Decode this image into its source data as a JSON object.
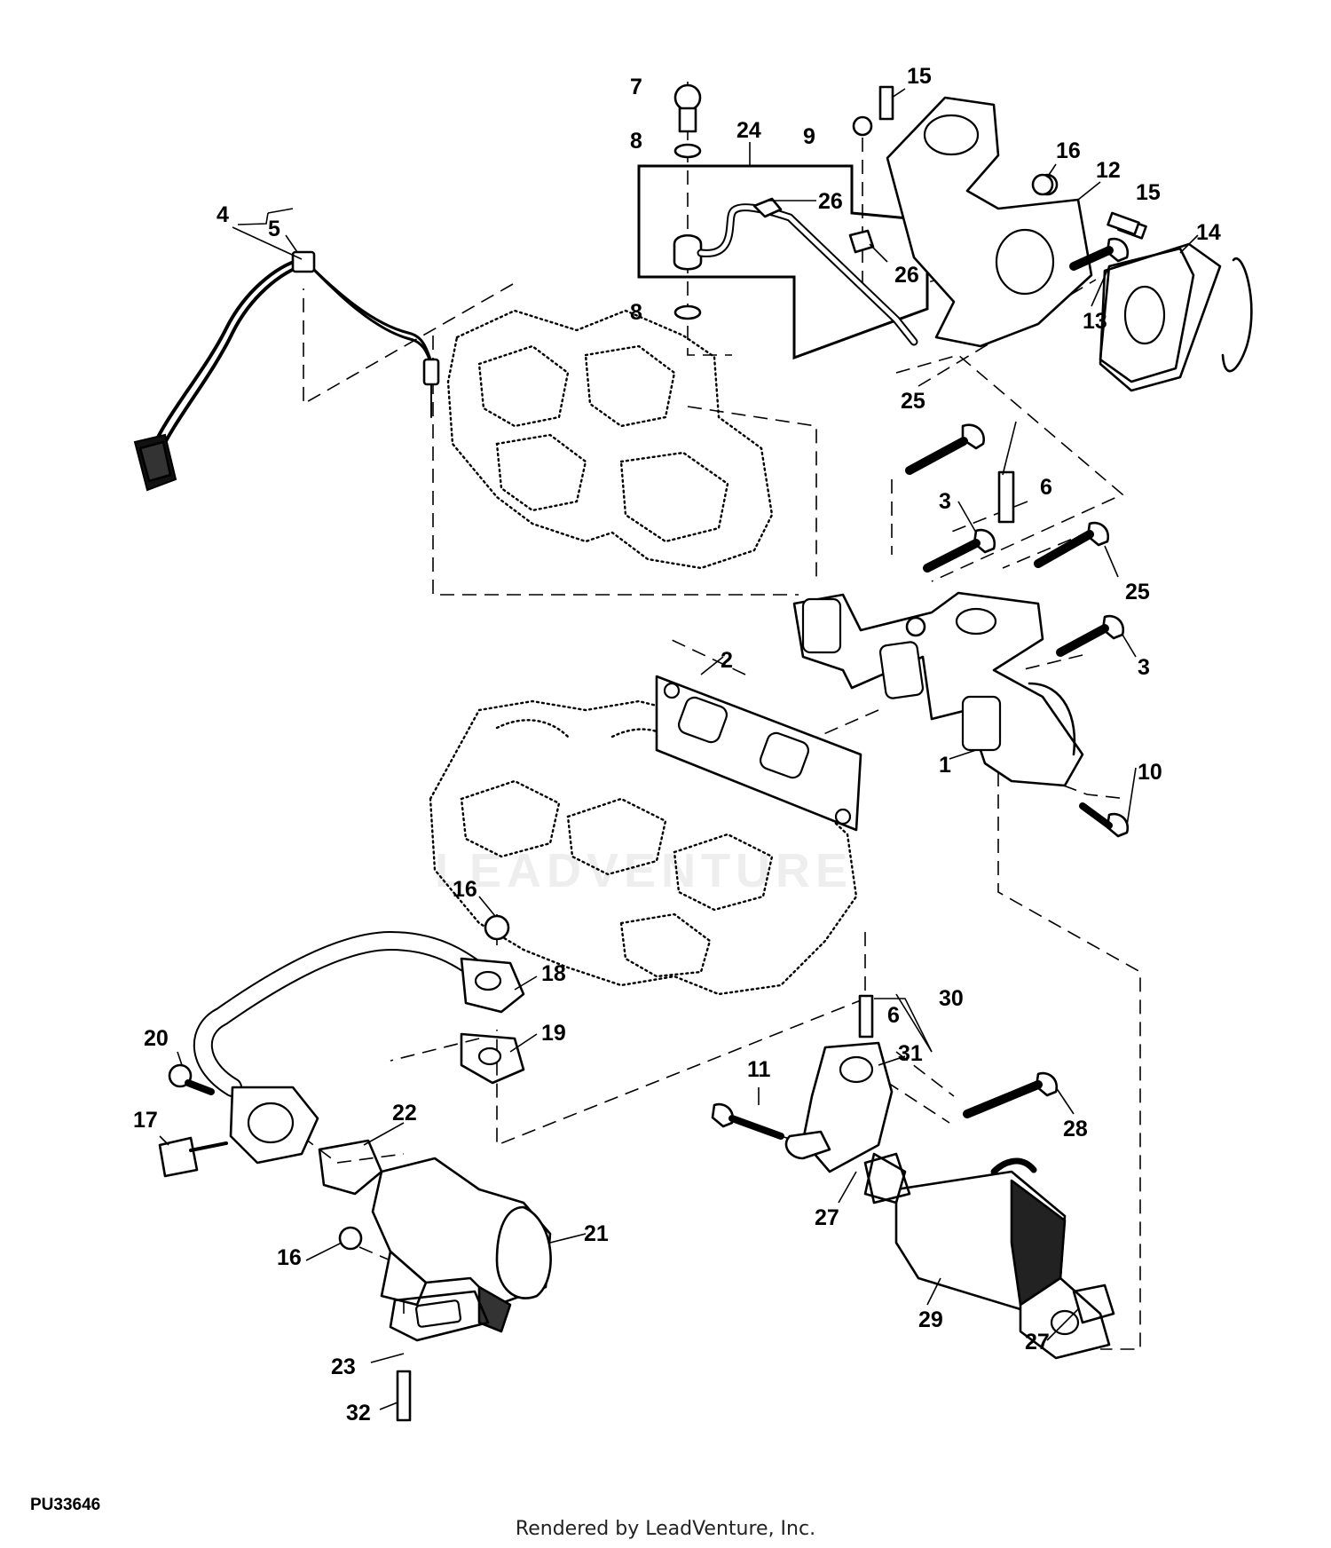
{
  "figure": {
    "id": "PU33646",
    "credit": "Rendered by LeadVenture, Inc.",
    "watermark": "LEADVENTURE"
  },
  "callouts": [
    "1",
    "2",
    "3",
    "3",
    "4",
    "5",
    "6",
    "6",
    "7",
    "8",
    "8",
    "9",
    "10",
    "11",
    "12",
    "13",
    "14",
    "15",
    "15",
    "16",
    "16",
    "16",
    "17",
    "18",
    "19",
    "20",
    "21",
    "22",
    "23",
    "24",
    "25",
    "25",
    "26",
    "26",
    "27",
    "27",
    "28",
    "29",
    "30",
    "31",
    "32"
  ],
  "colors": {
    "line": "#000000",
    "background": "#ffffff"
  }
}
